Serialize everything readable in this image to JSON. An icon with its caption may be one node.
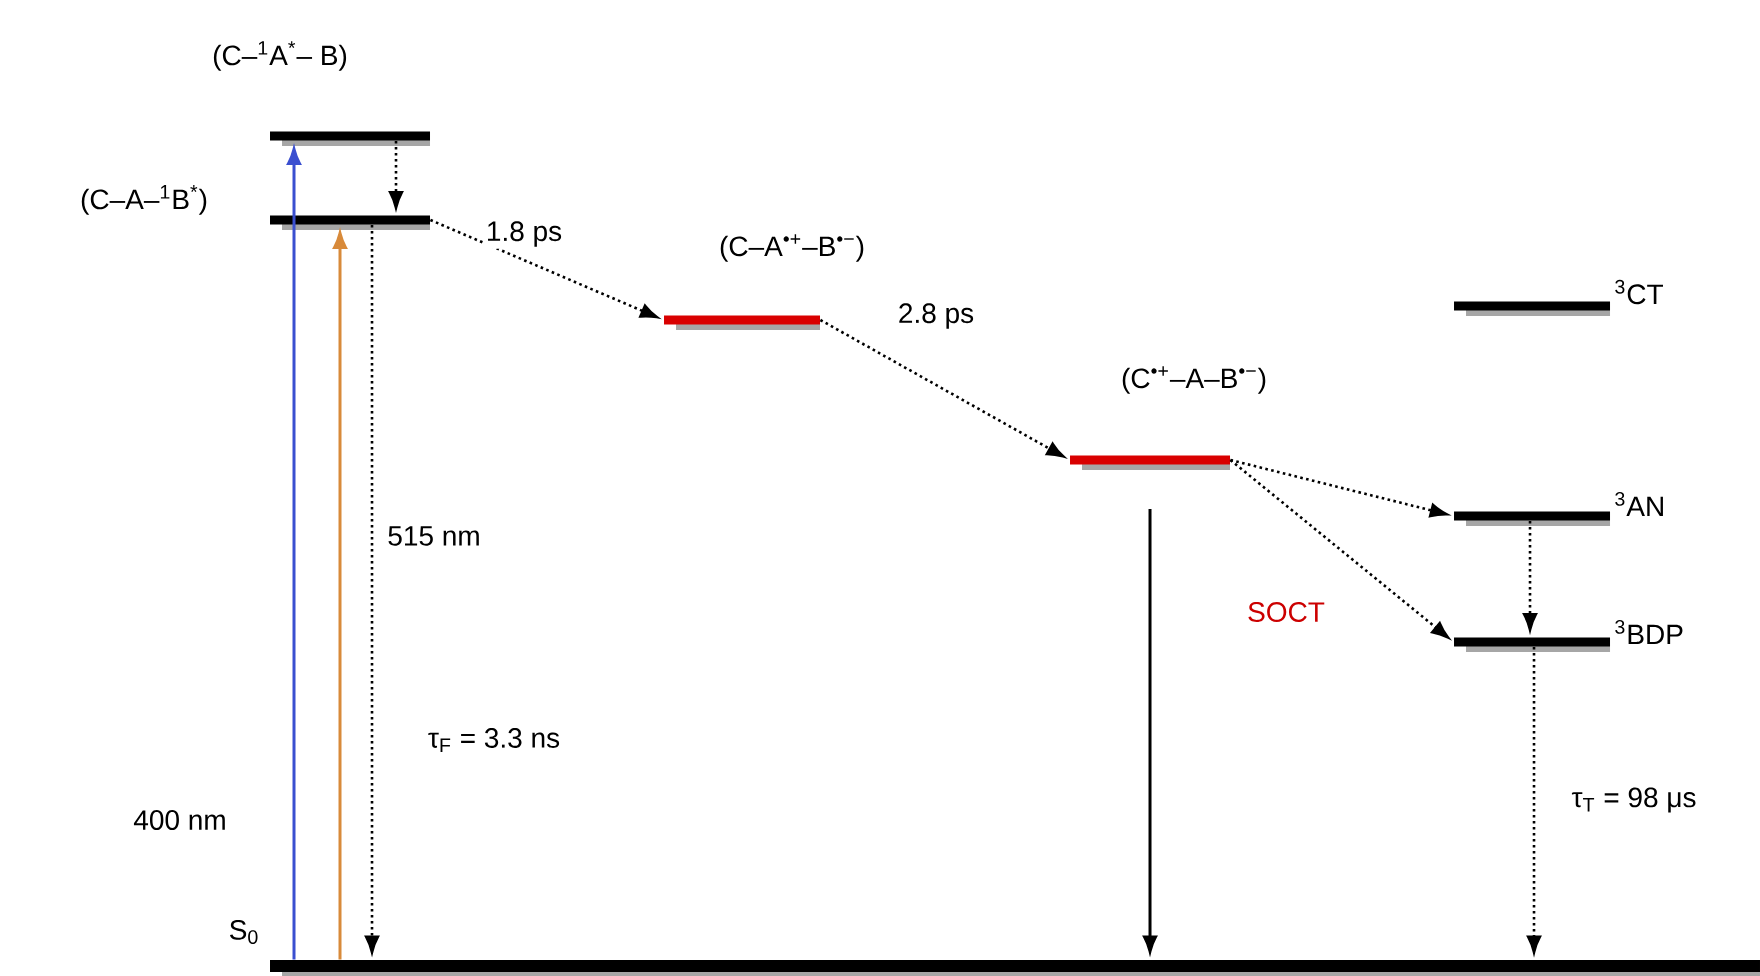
{
  "diagram": {
    "nodes": [
      {
        "text": [
          "S$_{0}$"
        ]
      },
      {
        "text": [
          "(C–$^{1}$A$^{*}$– B)"
        ]
      },
      {
        "text": [
          "(C–A–$^{1}$B$^{*}$)"
        ]
      },
      {
        "text": [
          "(C–A$^{•+}$–B$^{•−}$)"
        ]
      },
      {
        "text": [
          "(C$^{•+}$–A–B$^{•−}$)"
        ]
      },
      {
        "text": [
          "$^{3}$CT"
        ]
      },
      {
        "text": [
          "$^{3}$AN"
        ]
      },
      {
        "text": [
          "$^{3}$BDP"
        ]
      }
    ],
    "edges": [
      {
        "from": 0,
        "to": 1,
        "arrow": "to",
        "label": "400 nm",
        "color": "#3a4fd0"
      },
      {
        "from": 0,
        "to": 2,
        "arrow": "to",
        "color": "#d88a3a"
      },
      {
        "from": 1,
        "to": 2,
        "arrow": "to",
        "style": "dashed"
      },
      {
        "from": 2,
        "to": 0,
        "arrow": "to",
        "style": "dashed",
        "label": "τ$_{F}$ = 3.3 ns"
      },
      {
        "from": 2,
        "to": 3,
        "arrow": "to",
        "style": "dashed",
        "label": "1.8 ps"
      },
      {
        "from": 3,
        "to": 4,
        "arrow": "to",
        "style": "dashed",
        "label": "2.8 ps"
      },
      {
        "from": 4,
        "to": 6,
        "arrow": "to",
        "style": "dashed"
      },
      {
        "from": 4,
        "to": 7,
        "arrow": "to",
        "style": "dashed"
      },
      {
        "from": 4,
        "to": 0,
        "arrow": "to"
      },
      {
        "from": 6,
        "to": 7,
        "arrow": "to",
        "style": "dashed"
      },
      {
        "from": 7,
        "to": 0,
        "arrow": "to",
        "style": "dashed",
        "label": "τ$_{T}$ = 98 μs"
      }
    ],
    "labels": [
      "515 nm",
      "SOCT"
    ]
  }
}
